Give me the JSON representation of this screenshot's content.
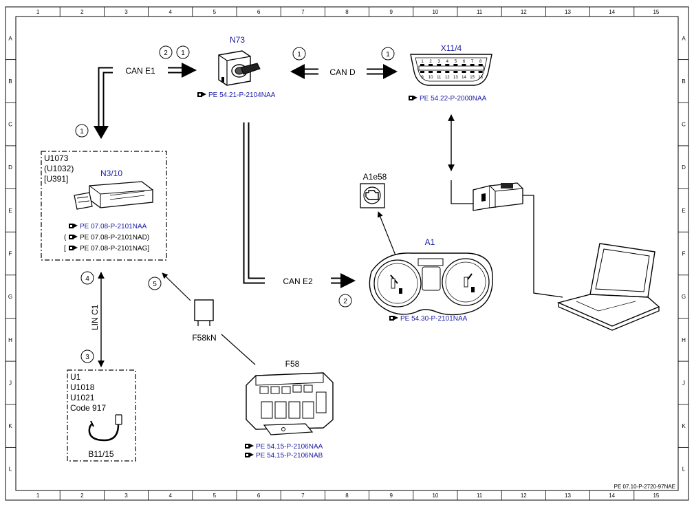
{
  "grid": {
    "columns": [
      "1",
      "2",
      "3",
      "4",
      "5",
      "6",
      "7",
      "8",
      "9",
      "10",
      "11",
      "12",
      "13",
      "14",
      "15"
    ],
    "rows": [
      "A",
      "B",
      "C",
      "D",
      "E",
      "F",
      "G",
      "H",
      "J",
      "K",
      "L"
    ]
  },
  "components": {
    "n73": {
      "label": "N73",
      "ref": "PE 54.21-P-2104NAA"
    },
    "x11_4": {
      "label": "X11/4",
      "pins_top": [
        "1",
        "2",
        "3",
        "4",
        "5",
        "6",
        "7",
        "8"
      ],
      "pins_bottom": [
        "9",
        "10",
        "11",
        "12",
        "13",
        "14",
        "15",
        "16"
      ],
      "ref": "PE 54.22-P-2000NAA"
    },
    "n3_10": {
      "label": "N3/10",
      "codes": [
        "U1073",
        "(U1032)",
        "[U391]"
      ],
      "refs": [
        "PE 07.08-P-2101NAA",
        "PE 07.08-P-2101NAD)",
        "PE 07.08-P-2101NAG]"
      ],
      "ref_prefixes": [
        "",
        "(",
        "["
      ]
    },
    "a1e58": {
      "label": "A1e58"
    },
    "a1": {
      "label": "A1",
      "ref": "PE 54.30-P-2101NAA"
    },
    "f58kn": {
      "label": "F58kN"
    },
    "f58": {
      "label": "F58",
      "refs": [
        "PE 54.15-P-2106NAA",
        "PE 54.15-P-2106NAB"
      ]
    },
    "u1_box": {
      "codes": [
        "U1",
        "U1018",
        "U1021",
        "Code 917"
      ],
      "sensor_label": "B11/15"
    }
  },
  "buses": {
    "can_e1": "CAN E1",
    "can_d": "CAN D",
    "can_e2": "CAN E2",
    "lin_c1": "LIN C1"
  },
  "markers": {
    "m2_top": "2",
    "m1_top": "1",
    "m1_cand_left": "1",
    "m1_cand_right": "1",
    "m1_left": "1",
    "m4": "4",
    "m5": "5",
    "m3": "3",
    "m2_cane2": "2"
  },
  "footer_ref": "PE 07.10-P-2720-97NAE",
  "colors": {
    "ref_blue": "#1a1aa6",
    "line": "#000000"
  }
}
